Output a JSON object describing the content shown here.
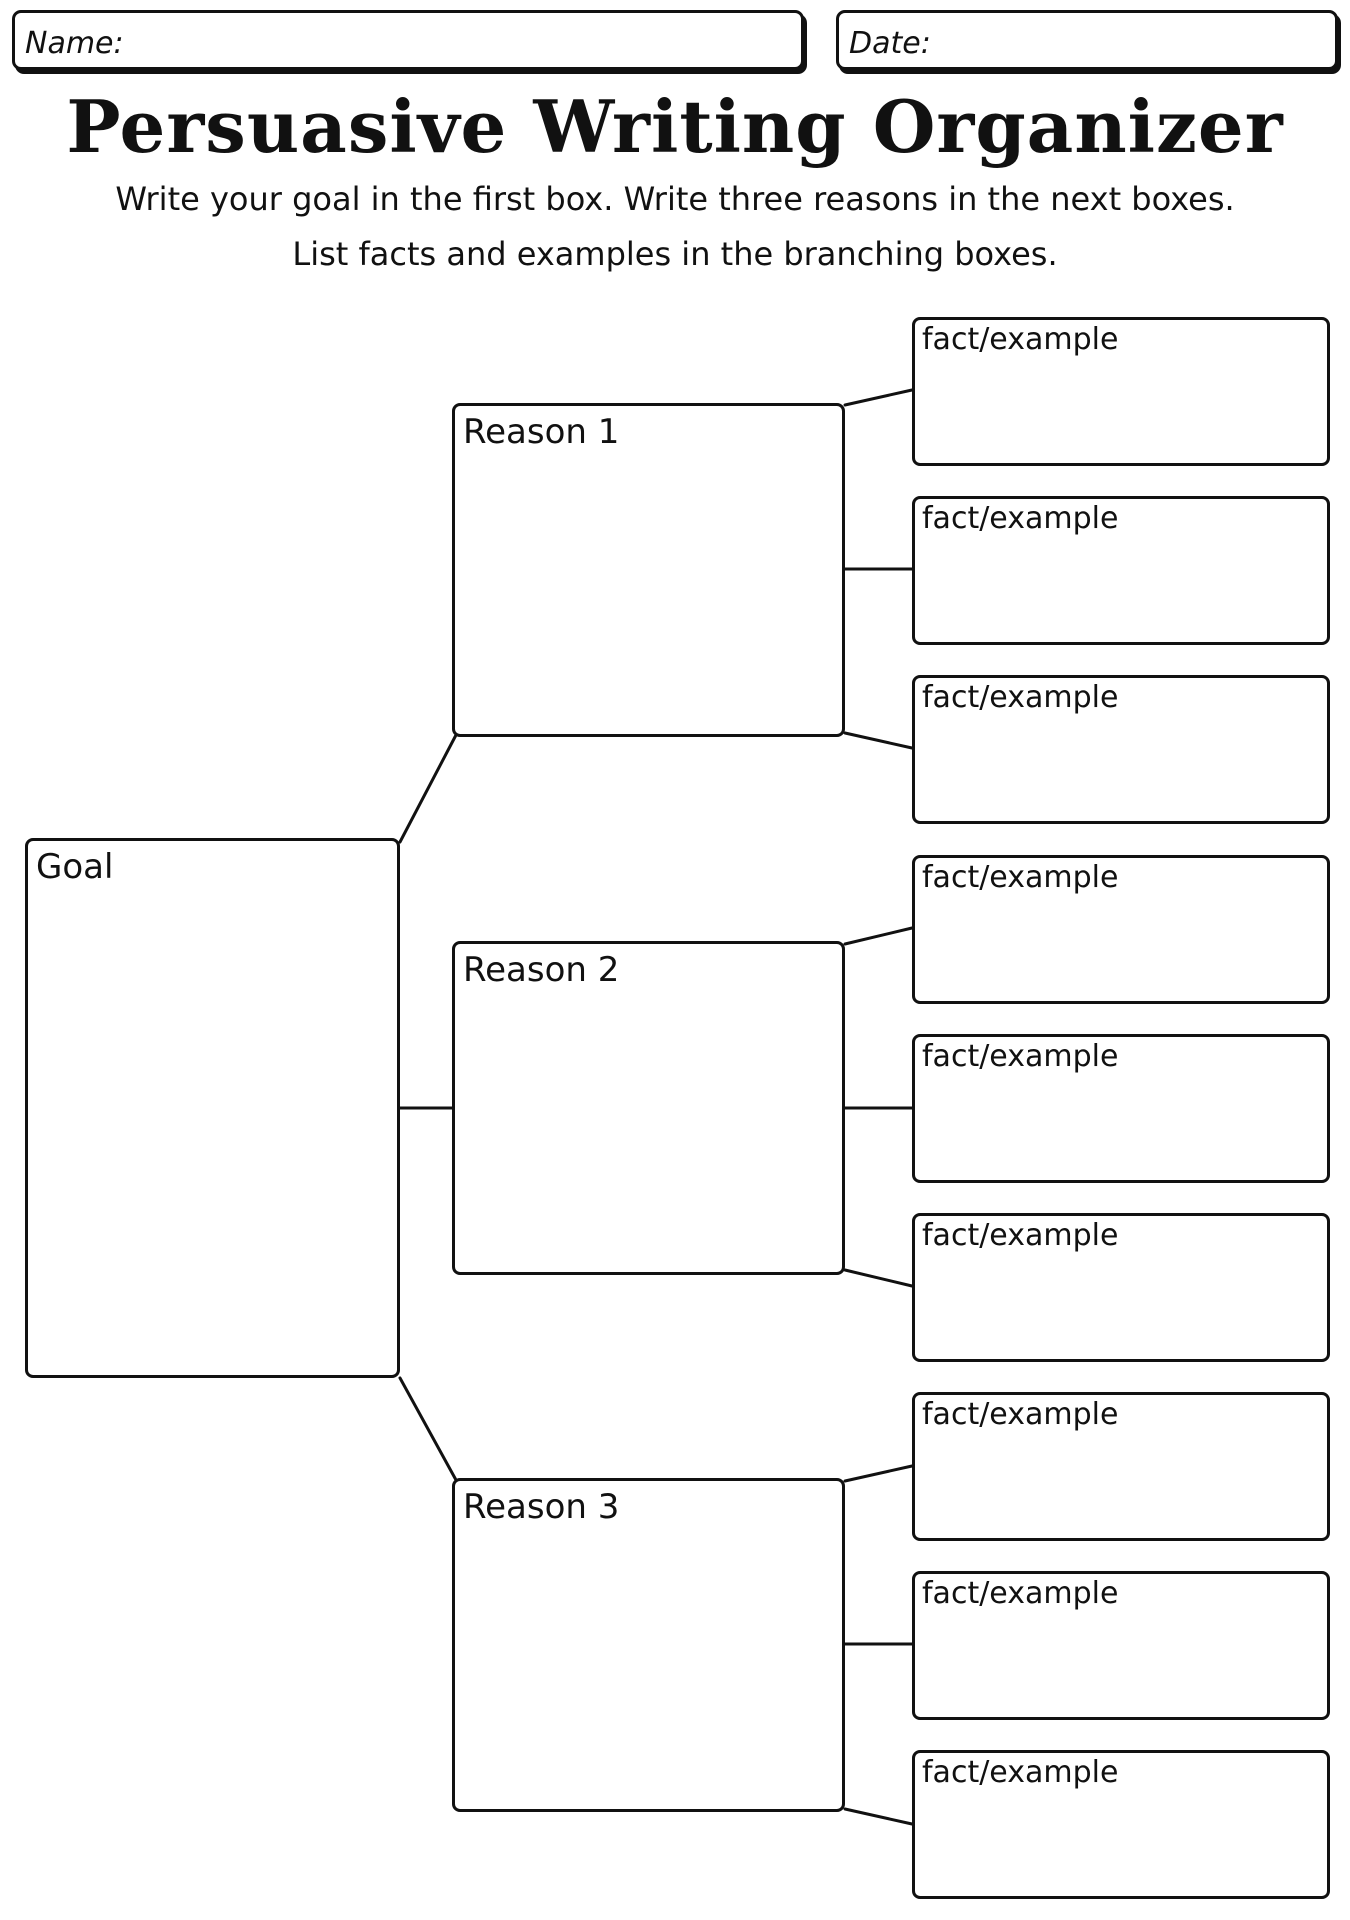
{
  "header": {
    "name_label": "Name:",
    "date_label": "Date:"
  },
  "title": "Persuasive Writing Organizer",
  "instructions": {
    "line1": "Write your goal in the first box. Write three reasons in the next boxes.",
    "line2": "List facts and examples in the branching boxes."
  },
  "organizer": {
    "goal_label": "Goal",
    "reasons": [
      {
        "label": "Reason 1",
        "facts": [
          "fact/example",
          "fact/example",
          "fact/example"
        ]
      },
      {
        "label": "Reason 2",
        "facts": [
          "fact/example",
          "fact/example",
          "fact/example"
        ]
      },
      {
        "label": "Reason 3",
        "facts": [
          "fact/example",
          "fact/example",
          "fact/example"
        ]
      }
    ]
  }
}
